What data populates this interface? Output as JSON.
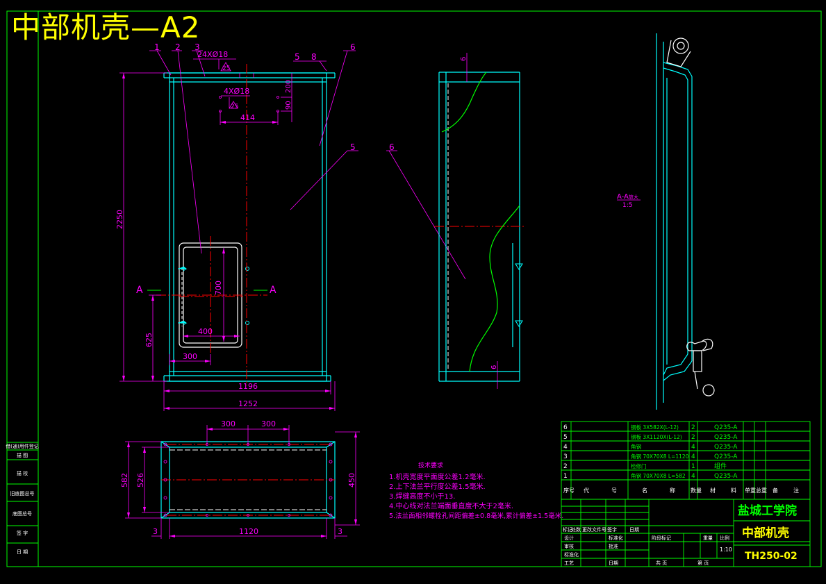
{
  "title": "中部机壳—A2",
  "front_view": {
    "leader_numbers": [
      "1",
      "2",
      "3",
      "6",
      "5"
    ],
    "hole_note_top": "24XØ18",
    "hole_note_mid": "4XØ18",
    "weld_symbol": "25",
    "weld_symbol_2": "25",
    "weld_angle": "5",
    "weld_angle_2": "8",
    "dim_200": "200",
    "dim_90": "90",
    "dim_414": "414",
    "dim_2250": "2250",
    "dim_700": "700",
    "dim_400": "400",
    "dim_625": "625",
    "dim_300": "300",
    "dim_1196": "1196",
    "dim_1252": "1252",
    "section_mark": "A"
  },
  "side_view": {
    "dim_6_top": "6",
    "dim_6_bottom": "6",
    "leader_6": "6"
  },
  "section_view": {
    "label": "A-A",
    "label_suffix": "放大",
    "scale": "1:5"
  },
  "plan_view": {
    "dim_300a": "300",
    "dim_300b": "300",
    "dim_582": "582",
    "dim_526": "526",
    "dim_450": "450",
    "dim_1120": "1120",
    "dim_3a": "3",
    "dim_3b": "3"
  },
  "tech_requirements": {
    "heading": "技术要求",
    "items": [
      "1.机壳宽度平面度公差1.2毫米.",
      "2.上下法兰平行度公差1.5毫米.",
      "3.焊缝高度不小于13.",
      "4.中心线对法兰端面垂直度不大于2毫米.",
      "5.法兰面相邻螺栓孔间距偏差±0.8毫米,累计偏差±1.5毫米."
    ]
  },
  "parts_list": {
    "rows": [
      {
        "no": "6",
        "name": "",
        "spec": "钢板 3X582X(L-12)",
        "qty": "2",
        "material": "Q235-A"
      },
      {
        "no": "5",
        "name": "",
        "spec": "钢板 3X1120X(L-12)",
        "qty": "2",
        "material": "Q235-A"
      },
      {
        "no": "4",
        "name": "",
        "spec": "角钢",
        "qty": "4",
        "material": "Q235-A"
      },
      {
        "no": "3",
        "name": "",
        "spec": "角钢 70X70X8 L=1120",
        "qty": "4",
        "material": "Q235-A"
      },
      {
        "no": "2",
        "name": "",
        "spec": "检修门",
        "qty": "1",
        "material": "组件"
      },
      {
        "no": "1",
        "name": "",
        "spec": "角钢 70X70X8 L=582",
        "qty": "4",
        "material": "Q235-A"
      }
    ],
    "headers": [
      "序号",
      "代",
      "号",
      "名",
      "称",
      "数量",
      "材",
      "料",
      "单重",
      "总重",
      "备",
      "注"
    ]
  },
  "title_block": {
    "school": "盐城工学院",
    "part_name": "中部机壳",
    "drawing_no": "TH250-02",
    "scale": "1:10",
    "rows_left": [
      "标记",
      "处数",
      "更改文件号",
      "签字",
      "日期"
    ],
    "design": "设计",
    "check": "审核",
    "review": "标准化",
    "approve": "批准",
    "process": "工艺",
    "date": "日期",
    "stage_mark": "阶段标记",
    "weight": "重量",
    "scale_label": "比例",
    "sheets": "共 页",
    "sheet": "第 页"
  },
  "left_strip": [
    "借(通)用件登记",
    "描 图",
    "描 校",
    "旧底图总号",
    "底图总号",
    "签 字",
    "日 期"
  ],
  "colors": {
    "frame": "#00ff00",
    "outline": "#00ffff",
    "dimension": "#ff00ff",
    "centerline": "#ff0000",
    "break_line": "#00ff00",
    "title": "#ffff00",
    "white": "#ffffff"
  }
}
